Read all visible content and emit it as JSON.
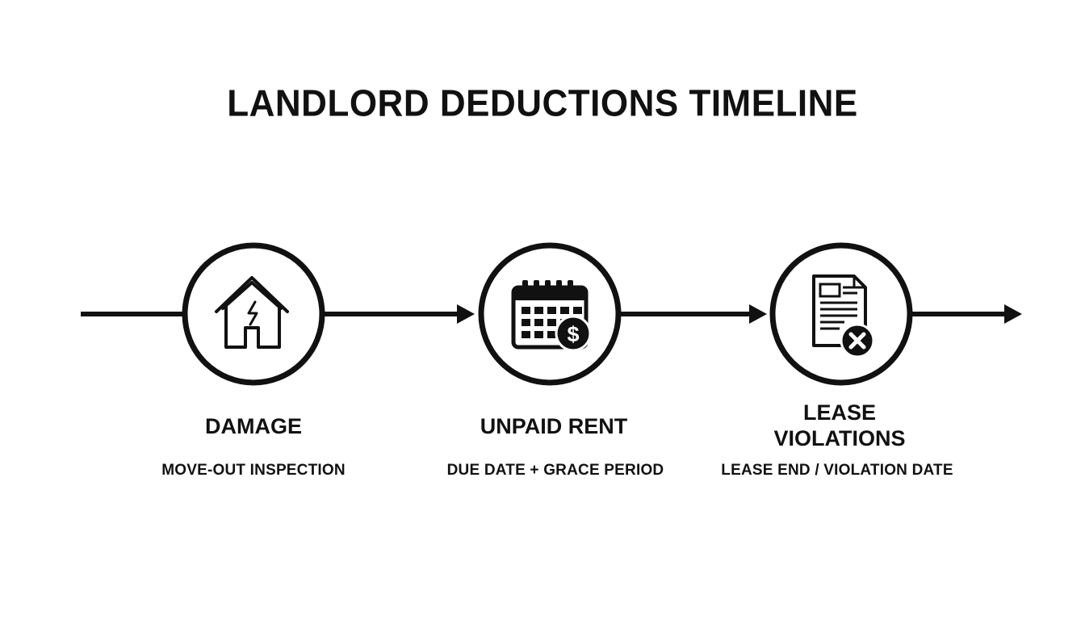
{
  "title": "LANDLORD DEDUCTIONS TIMELINE",
  "colors": {
    "ink": "#111111",
    "background": "#ffffff"
  },
  "steps": [
    {
      "icon": "house-damage-icon",
      "label": "DAMAGE",
      "sublabel": "MOVE-OUT INSPECTION"
    },
    {
      "icon": "calendar-dollar-icon",
      "label": "UNPAID RENT",
      "sublabel": "DUE DATE + GRACE PERIOD"
    },
    {
      "icon": "document-x-icon",
      "label_line1": "LEASE",
      "label_line2": "VIOLATIONS",
      "sublabel": "LEASE END / VIOLATION DATE"
    }
  ]
}
